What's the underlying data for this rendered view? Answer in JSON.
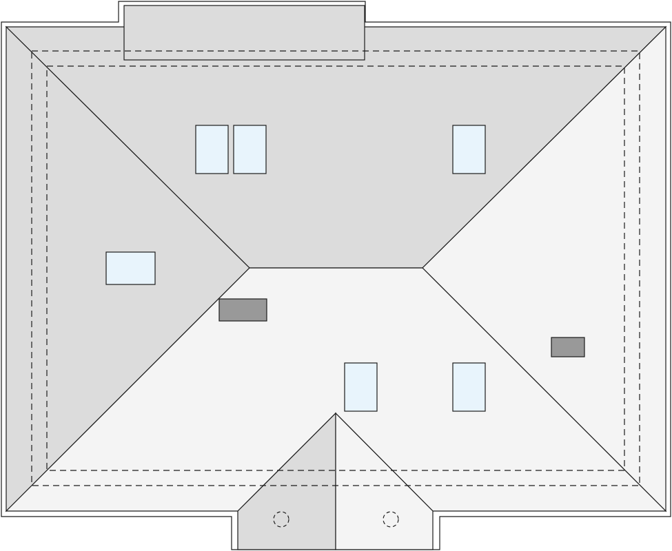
{
  "plan": {
    "colors": {
      "background": "#ffffff",
      "outline": "#1a1a1a",
      "roof_dark": "#dcdcdc",
      "roof_light": "#f4f4f4",
      "skylight": "#e8f4fc",
      "chimney": "#999999"
    },
    "elements": {
      "roof_planes": [
        "north",
        "west",
        "south",
        "east",
        "porch-west",
        "porch-east"
      ],
      "dormer": "dormer",
      "skylight_count": 6,
      "chimney_count": 2,
      "drain_count": 2,
      "wall_lines": "dashed"
    }
  }
}
